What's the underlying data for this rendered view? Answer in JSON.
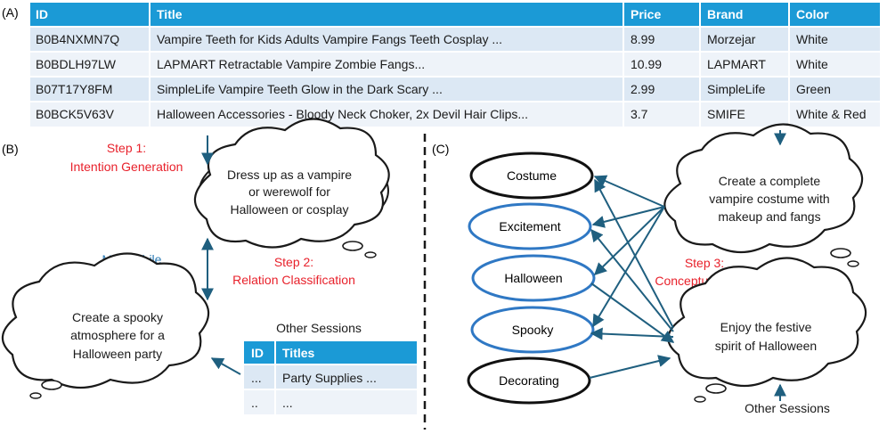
{
  "panel_labels": {
    "a": "(A)",
    "b": "(B)",
    "c": "(C)"
  },
  "product_table": {
    "headers": [
      "ID",
      "Title",
      "Price",
      "Brand",
      "Color"
    ],
    "rows": [
      [
        "B0B4NXMN7Q",
        "Vampire Teeth for Kids Adults Vampire Fangs Teeth Cosplay ...",
        "8.99",
        "Morzejar",
        "White"
      ],
      [
        "B0BDLH97LW",
        "LAPMART Retractable Vampire Zombie Fangs...",
        "10.99",
        "LAPMART",
        "White"
      ],
      [
        "B07T17Y8FM",
        "SimpleLife Vampire Teeth Glow in the Dark Scary ...",
        "2.99",
        "SimpleLife",
        "Green"
      ],
      [
        "B0BCK5V63V",
        "Halloween Accessories - Bloody Neck Choker, 2x Devil Hair Clips...",
        "3.7",
        "SMIFE",
        "White & Red"
      ]
    ]
  },
  "steps": {
    "step1": {
      "line1": "Step 1:",
      "line2": "Intention Generation"
    },
    "step2": {
      "line1": "Step 2:",
      "line2": "Relation Classification"
    },
    "step3": {
      "line1": "Step 3:",
      "line2": "Conceptualization"
    }
  },
  "meanwhile": "Meanwhile",
  "clouds": {
    "vampire_dress": [
      "Dress up as a vampire",
      "or werewolf for",
      "Halloween or cosplay"
    ],
    "spooky_party": [
      "Create a spooky",
      "atmosphere for a",
      "Halloween party"
    ],
    "costume": [
      "Create a complete",
      "vampire costume with",
      "makeup and fangs"
    ],
    "festive": [
      "Enjoy the festive",
      "spirit of Halloween"
    ]
  },
  "other_sessions": {
    "caption": "Other Sessions",
    "headers": [
      "ID",
      "Titles"
    ],
    "rows": [
      [
        "...",
        "Party Supplies ..."
      ],
      [
        "..",
        "..."
      ]
    ]
  },
  "bottom_caption": "Other Sessions",
  "concepts": [
    {
      "label": "Costume",
      "style": "black"
    },
    {
      "label": "Excitement",
      "style": "blue"
    },
    {
      "label": "Halloween",
      "style": "blue"
    },
    {
      "label": "Spooky",
      "style": "blue"
    },
    {
      "label": "Decorating",
      "style": "black"
    }
  ],
  "colors": {
    "header_blue": "#1b9ad6",
    "row_light": "#dce8f4",
    "row_lighter": "#eef3f9",
    "arrow": "#1f5f7f",
    "step_red": "#e8212b",
    "meanwhile_blue": "#2a7ab4",
    "ellipse_blue": "#2f78c4"
  }
}
